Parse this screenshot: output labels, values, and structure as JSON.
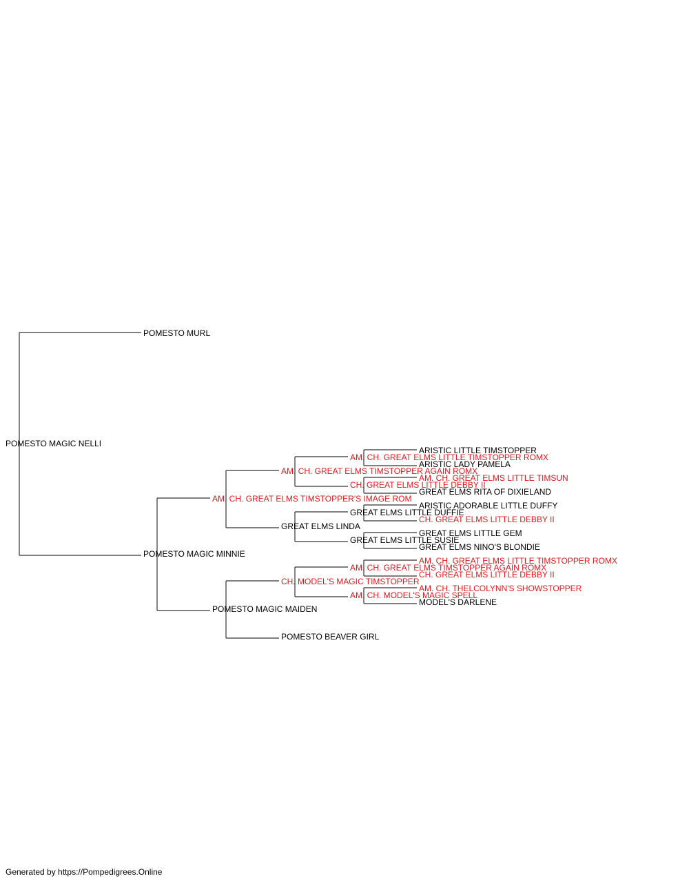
{
  "colors": {
    "champion": "#e8161c",
    "regular": "#000000",
    "line": "#333333"
  },
  "pedigree": {
    "name": "POMESTO MAGIC NELLI",
    "champion": false,
    "sire": {
      "name": "POMESTO MURL",
      "champion": false
    },
    "dam": {
      "name": "POMESTO MAGIC MINNIE",
      "champion": false,
      "sire": {
        "name": "AM. CH. GREAT ELMS TIMSTOPPER'S IMAGE ROM",
        "champion": true,
        "sire": {
          "name": "AM. CH. GREAT ELMS TIMSTOPPER AGAIN ROMX",
          "champion": true,
          "sire": {
            "name": "AM. CH. GREAT ELMS LITTLE TIMSTOPPER ROMX",
            "champion": true,
            "sire": {
              "name": "ARISTIC LITTLE TIMSTOPPER",
              "champion": false
            },
            "dam": {
              "name": "ARISTIC LADY PAMELA",
              "champion": false
            }
          },
          "dam": {
            "name": "CH. GREAT ELMS LITTLE DEBBY II",
            "champion": true,
            "sire": {
              "name": "AM. CH. GREAT ELMS LITTLE TIMSUN",
              "champion": true
            },
            "dam": {
              "name": "GREAT ELMS RITA OF DIXIELAND",
              "champion": false
            }
          }
        },
        "dam": {
          "name": "GREAT ELMS LINDA",
          "champion": false,
          "sire": {
            "name": "GREAT ELMS LITTLE DUFFIE",
            "champion": false,
            "sire": {
              "name": "ARISTIC ADORABLE LITTLE DUFFY",
              "champion": false
            },
            "dam": {
              "name": "CH. GREAT ELMS LITTLE DEBBY II",
              "champion": true
            }
          },
          "dam": {
            "name": "GREAT ELMS LITTLE SUSIE",
            "champion": false,
            "sire": {
              "name": "GREAT ELMS LITTLE GEM",
              "champion": false
            },
            "dam": {
              "name": "GREAT ELMS NINO'S BLONDIE",
              "champion": false
            }
          }
        }
      },
      "dam": {
        "name": "POMESTO MAGIC MAIDEN",
        "champion": false,
        "sire": {
          "name": "CH. MODEL'S MAGIC TIMSTOPPER",
          "champion": true,
          "sire": {
            "name": "AM. CH. GREAT ELMS TIMSTOPPER AGAIN ROMX",
            "champion": true,
            "sire": {
              "name": "AM. CH. GREAT ELMS LITTLE TIMSTOPPER ROMX",
              "champion": true
            },
            "dam": {
              "name": "CH. GREAT ELMS LITTLE DEBBY II",
              "champion": true
            }
          },
          "dam": {
            "name": "AM. CH. MODEL'S MAGIC SPELL",
            "champion": true,
            "sire": {
              "name": "AM. CH. THELCOLYNN'S SHOWSTOPPER",
              "champion": true
            },
            "dam": {
              "name": "MODEL'S DARLENE",
              "champion": false
            }
          }
        },
        "dam": {
          "name": "POMESTO BEAVER GIRL",
          "champion": false
        }
      }
    }
  },
  "footer": {
    "text": "Generated by https://Pompedigrees.Online"
  }
}
